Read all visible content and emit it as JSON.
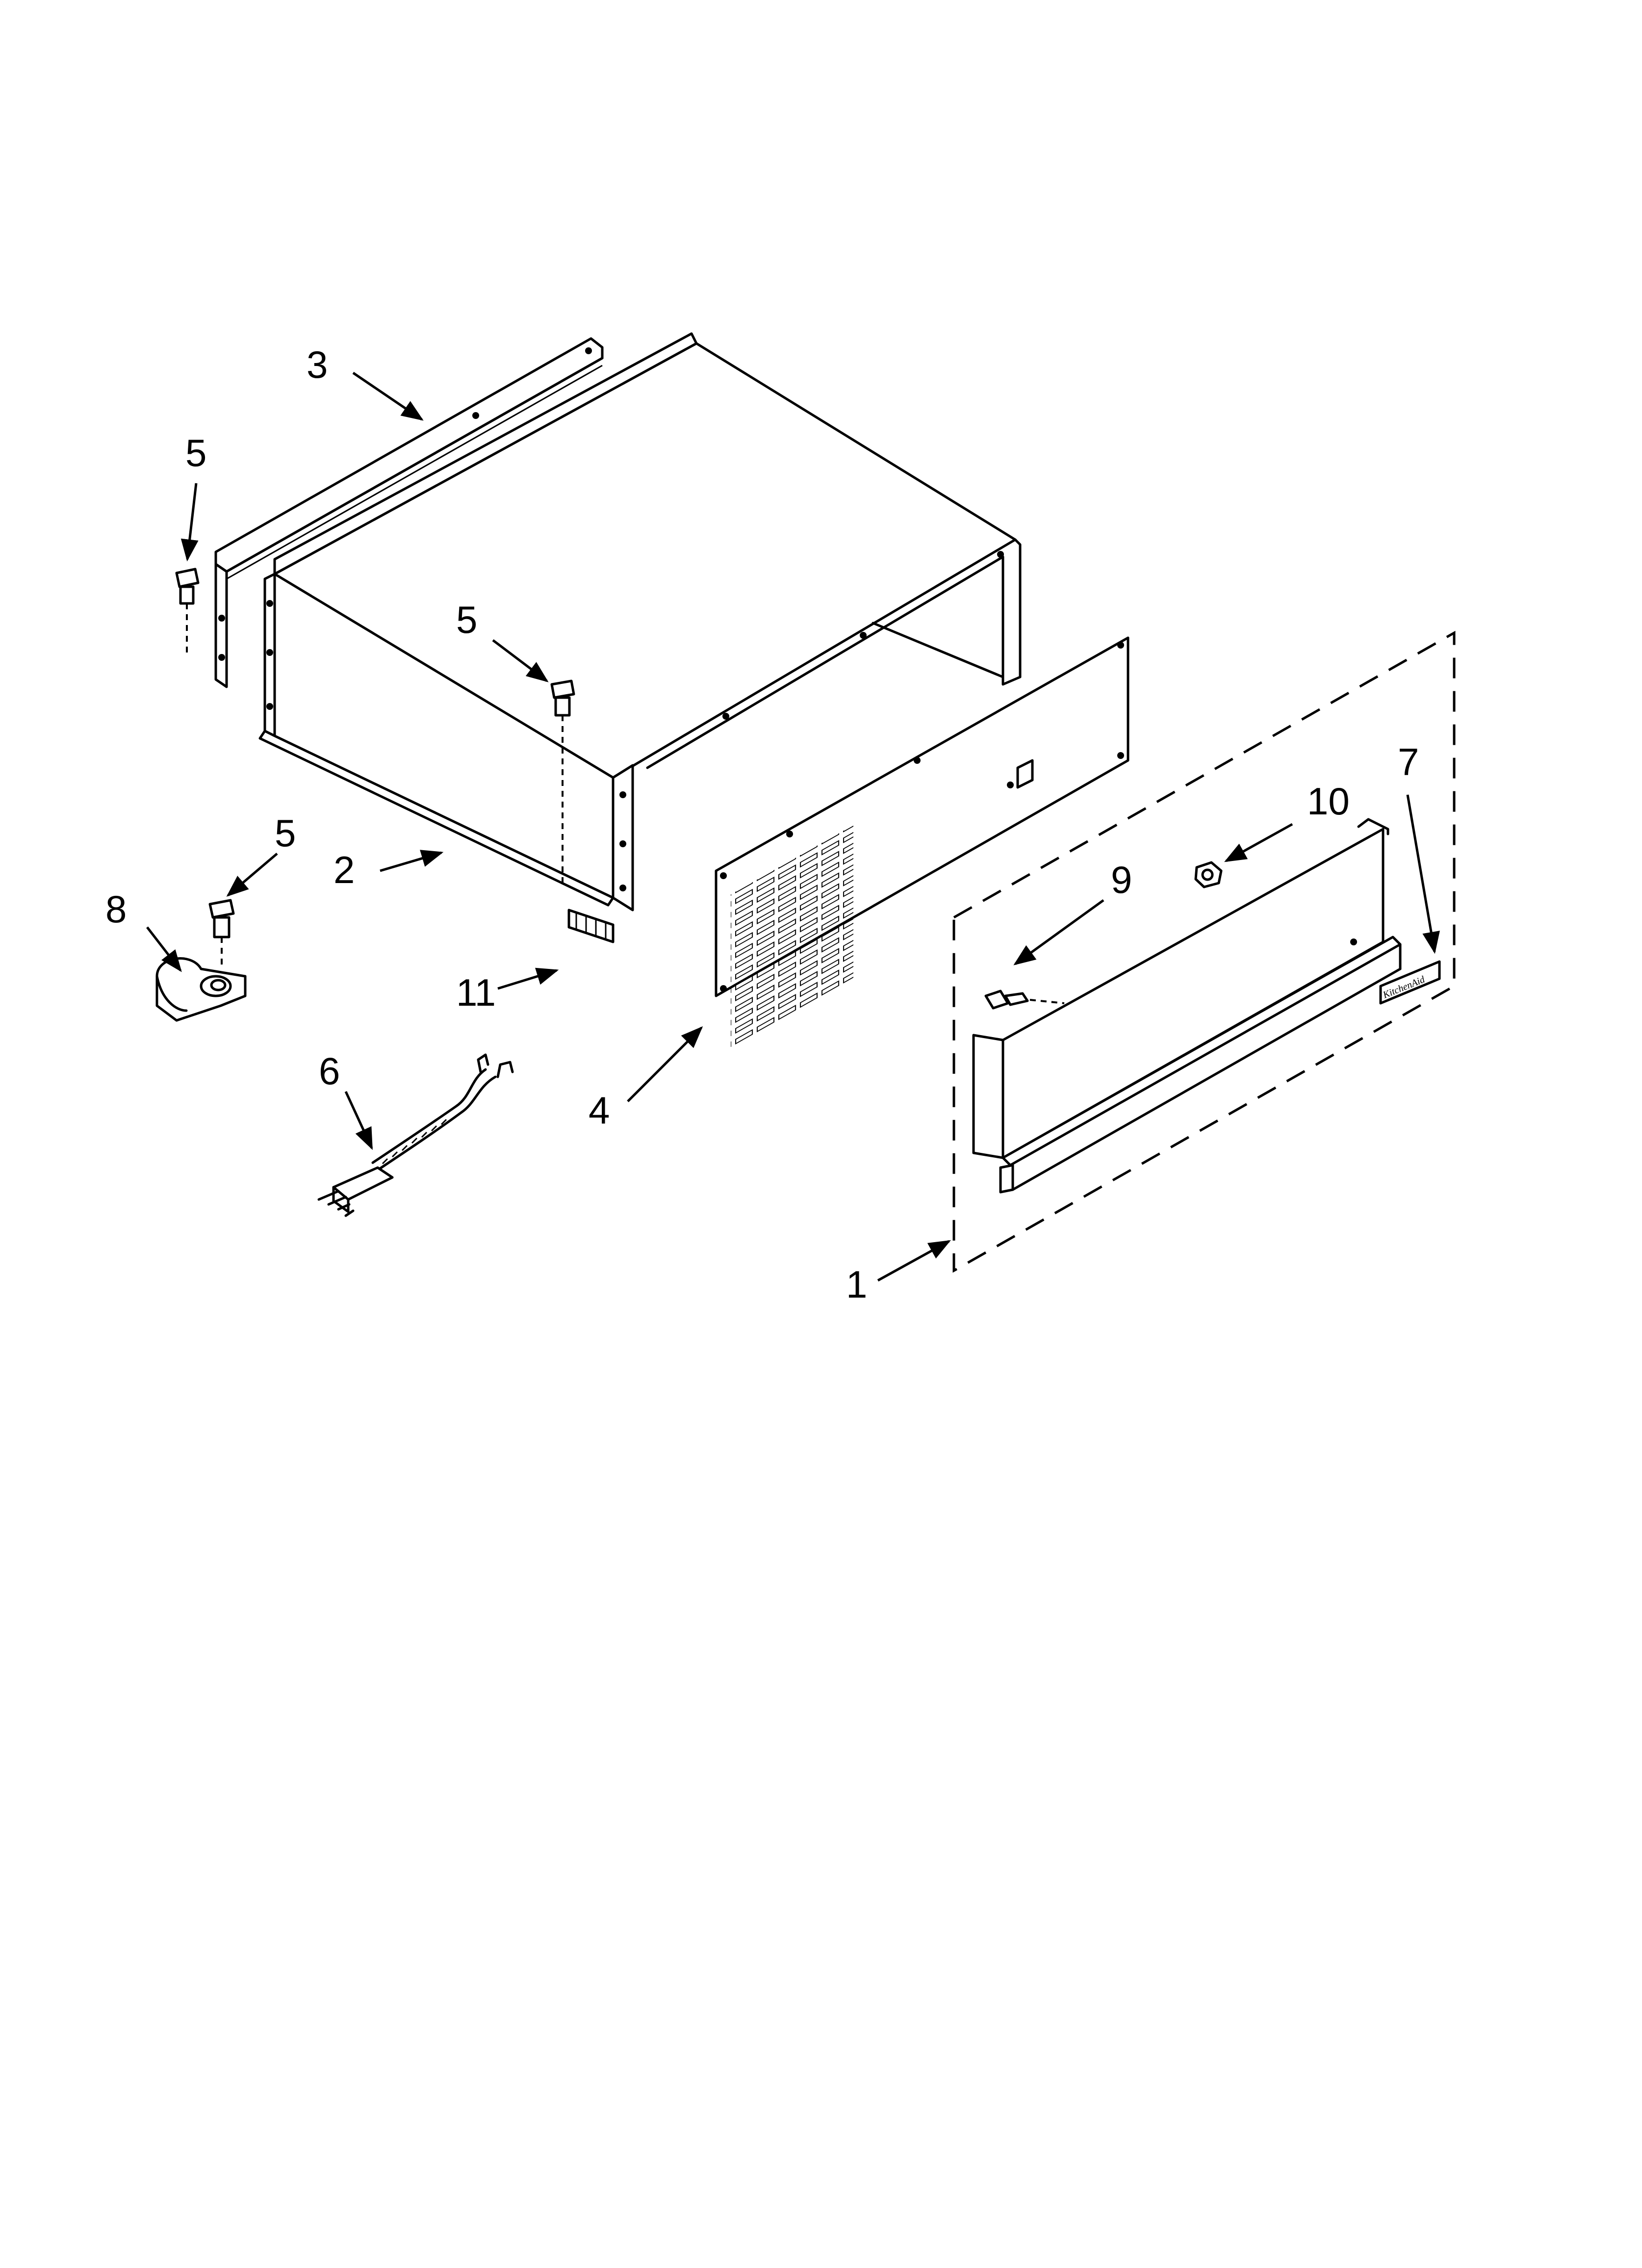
{
  "callouts": [
    {
      "id": "c3",
      "label": "3"
    },
    {
      "id": "c5a",
      "label": "5"
    },
    {
      "id": "c5b",
      "label": "5"
    },
    {
      "id": "c5c",
      "label": "5"
    },
    {
      "id": "c2",
      "label": "2"
    },
    {
      "id": "c8",
      "label": "8"
    },
    {
      "id": "c11",
      "label": "11"
    },
    {
      "id": "c6",
      "label": "6"
    },
    {
      "id": "c4",
      "label": "4"
    },
    {
      "id": "c1",
      "label": "1"
    },
    {
      "id": "c7",
      "label": "7"
    },
    {
      "id": "c9",
      "label": "9"
    },
    {
      "id": "c10",
      "label": "10"
    }
  ],
  "nameplate": {
    "text": "KitchenAid"
  }
}
